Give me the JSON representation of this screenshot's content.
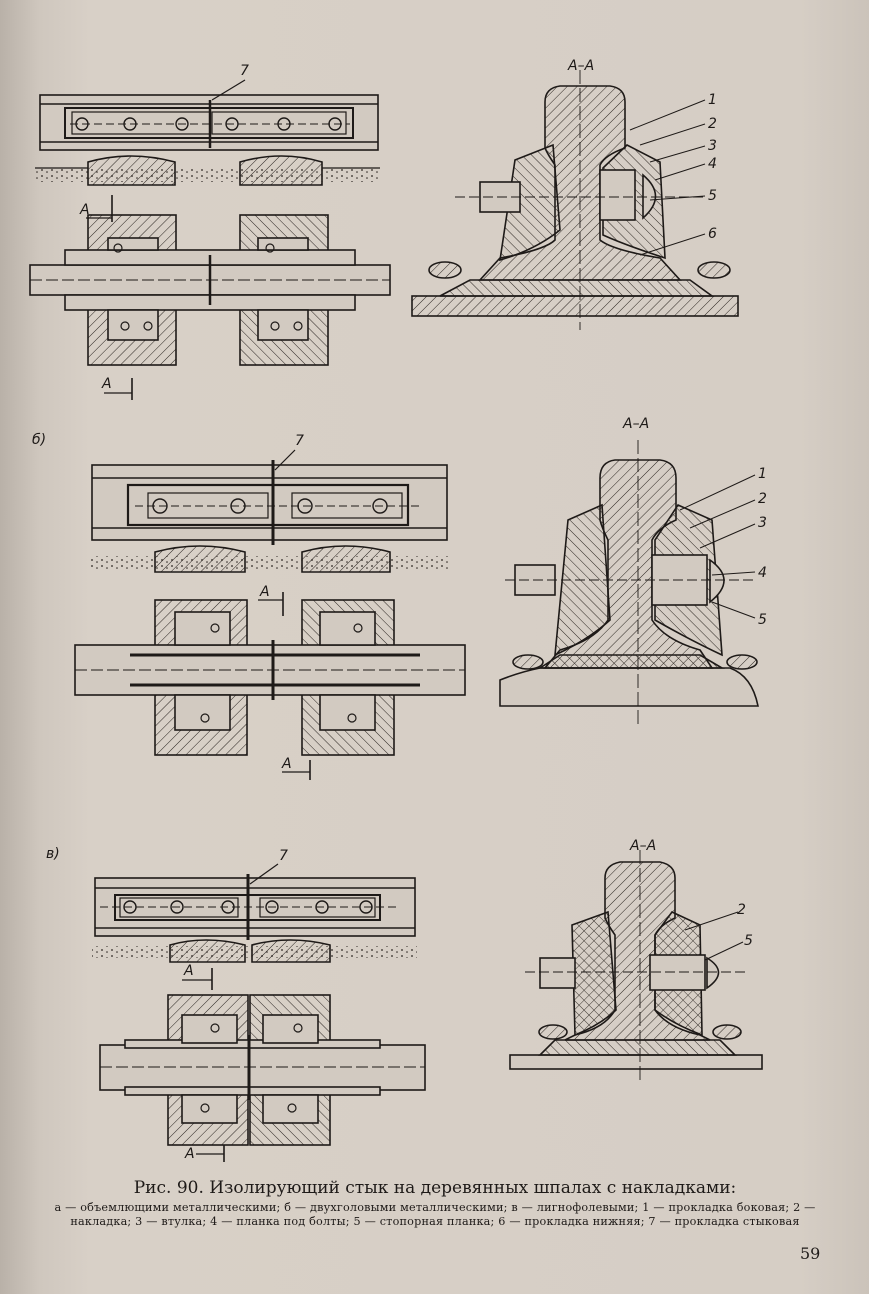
{
  "figure": {
    "panel_labels": {
      "b": "б)",
      "v": "в)"
    },
    "section_mark": "А–А",
    "cut_mark": "А",
    "callouts": {
      "a_top": "7",
      "a_section": [
        "1",
        "2",
        "3",
        "4",
        "5",
        "6"
      ],
      "b_top": "7",
      "b_section": [
        "1",
        "2",
        "3",
        "4",
        "5"
      ],
      "v_top": "7",
      "v_section": [
        "2",
        "5"
      ]
    }
  },
  "caption": {
    "title": "Рис. 90. Изолирующий стык на деревянных шпалах с накладками:",
    "legend": "а — объемлющими металлическими; б — двухголовыми металлическими; в — лигнофолевыми; 1 — прокладка боковая; 2 — накладка; 3 — втулка; 4 — планка под болты; 5 — стопорная планка; 6 — прокладка нижняя; 7 — прокладка стыковая"
  },
  "page_number": "59"
}
